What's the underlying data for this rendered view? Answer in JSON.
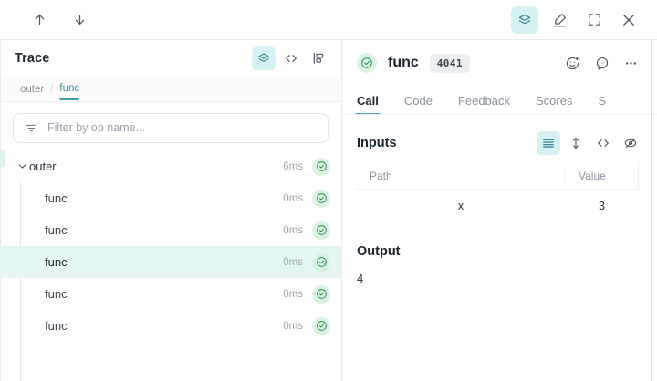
{
  "topbar": {
    "nav_up": "nav-up",
    "nav_down": "nav-down",
    "actions": [
      {
        "id": "trace-view",
        "label": "layers-icon",
        "active": true
      },
      {
        "id": "annotate",
        "label": "pen-icon",
        "active": false
      },
      {
        "id": "fullscreen",
        "label": "expand-icon",
        "active": false
      },
      {
        "id": "close",
        "label": "close-icon",
        "active": false
      }
    ]
  },
  "trace_panel": {
    "title": "Trace",
    "view_icons": [
      {
        "id": "tree-view",
        "label": "layers-icon",
        "active": true
      },
      {
        "id": "code-view",
        "label": "code-icon",
        "active": false
      },
      {
        "id": "flame-view",
        "label": "flamegraph-icon",
        "active": false
      }
    ],
    "breadcrumb": {
      "parent": "outer",
      "separator": "/",
      "current": "func"
    },
    "filter": {
      "placeholder": "Filter by op name...",
      "value": ""
    },
    "rows": [
      {
        "name": "outer",
        "duration": "6ms",
        "status": "success",
        "depth": 0,
        "expanded": true,
        "selected": false
      },
      {
        "name": "func",
        "duration": "0ms",
        "status": "success",
        "depth": 1,
        "selected": false
      },
      {
        "name": "func",
        "duration": "0ms",
        "status": "success",
        "depth": 1,
        "selected": false
      },
      {
        "name": "func",
        "duration": "0ms",
        "status": "success",
        "depth": 1,
        "selected": true
      },
      {
        "name": "func",
        "duration": "0ms",
        "status": "success",
        "depth": 1,
        "selected": false
      },
      {
        "name": "func",
        "duration": "0ms",
        "status": "success",
        "depth": 1,
        "selected": false
      }
    ]
  },
  "call_panel": {
    "status": "success",
    "title": "func",
    "badge": "4041",
    "header_actions": [
      {
        "id": "add-reaction",
        "label": "emoji-plus-icon"
      },
      {
        "id": "add-comment",
        "label": "comment-icon"
      },
      {
        "id": "more-options",
        "label": "more-horizontal-icon"
      }
    ],
    "tabs": [
      {
        "label": "Call",
        "active": true
      },
      {
        "label": "Code",
        "active": false
      },
      {
        "label": "Feedback",
        "active": false
      },
      {
        "label": "Scores",
        "active": false
      },
      {
        "label": "S",
        "active": false
      }
    ],
    "inputs": {
      "title": "Inputs",
      "view_icons": [
        {
          "id": "list-view",
          "label": "list-icon",
          "active": true
        },
        {
          "id": "expand-rows",
          "label": "expand-vertical-icon",
          "active": false
        },
        {
          "id": "code-view",
          "label": "code-icon",
          "active": false
        },
        {
          "id": "hide-empty",
          "label": "eye-off-icon",
          "active": false
        }
      ],
      "columns": [
        "Path",
        "Value"
      ],
      "rows": [
        {
          "path": "x",
          "value": "3"
        }
      ]
    },
    "output": {
      "title": "Output",
      "value": "4"
    }
  },
  "colors": {
    "accent_teal": "#3fa2ad",
    "accent_teal_bg": "#d6f1f2",
    "selected_row_bg": "#e4f5f4",
    "success_green": "#2f8f5b",
    "success_green_bg": "#d9f2e2",
    "muted_text": "#8b939e"
  }
}
